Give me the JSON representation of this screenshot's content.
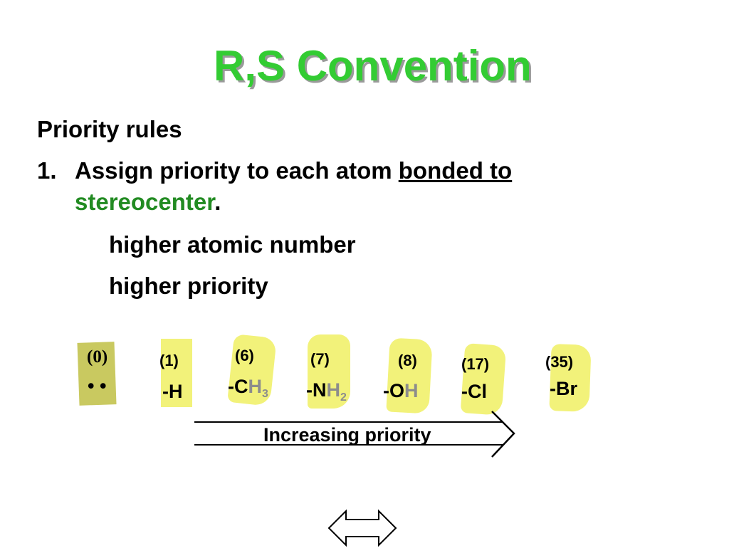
{
  "title": "R,S Convention",
  "heading": "Priority rules",
  "rule": {
    "number": "1.",
    "text_before": "Assign priority to each atom ",
    "underlined": "bonded to",
    "green_word": "stereocenter",
    "period": "."
  },
  "line1": "higher atomic number",
  "line2": "higher priority",
  "groups": [
    {
      "number": "(0)",
      "group": "• •"
    },
    {
      "number": "(1)",
      "group": "-H"
    },
    {
      "number": "(6)",
      "group": "-C",
      "suffix": "H",
      "sub": "3"
    },
    {
      "number": "(7)",
      "group": "-N",
      "suffix": "H",
      "sub": "2"
    },
    {
      "number": "(8)",
      "group": "-O",
      "suffix": "H"
    },
    {
      "number": "(17)",
      "group": "-Cl"
    },
    {
      "number": "(35)",
      "group": "-Br"
    }
  ],
  "arrow_label": "Increasing priority",
  "colors": {
    "title": "#33cc33",
    "highlight": "#f2f27a",
    "green_word": "#228b22"
  },
  "icons": [
    "left-right-arrow-icon"
  ]
}
